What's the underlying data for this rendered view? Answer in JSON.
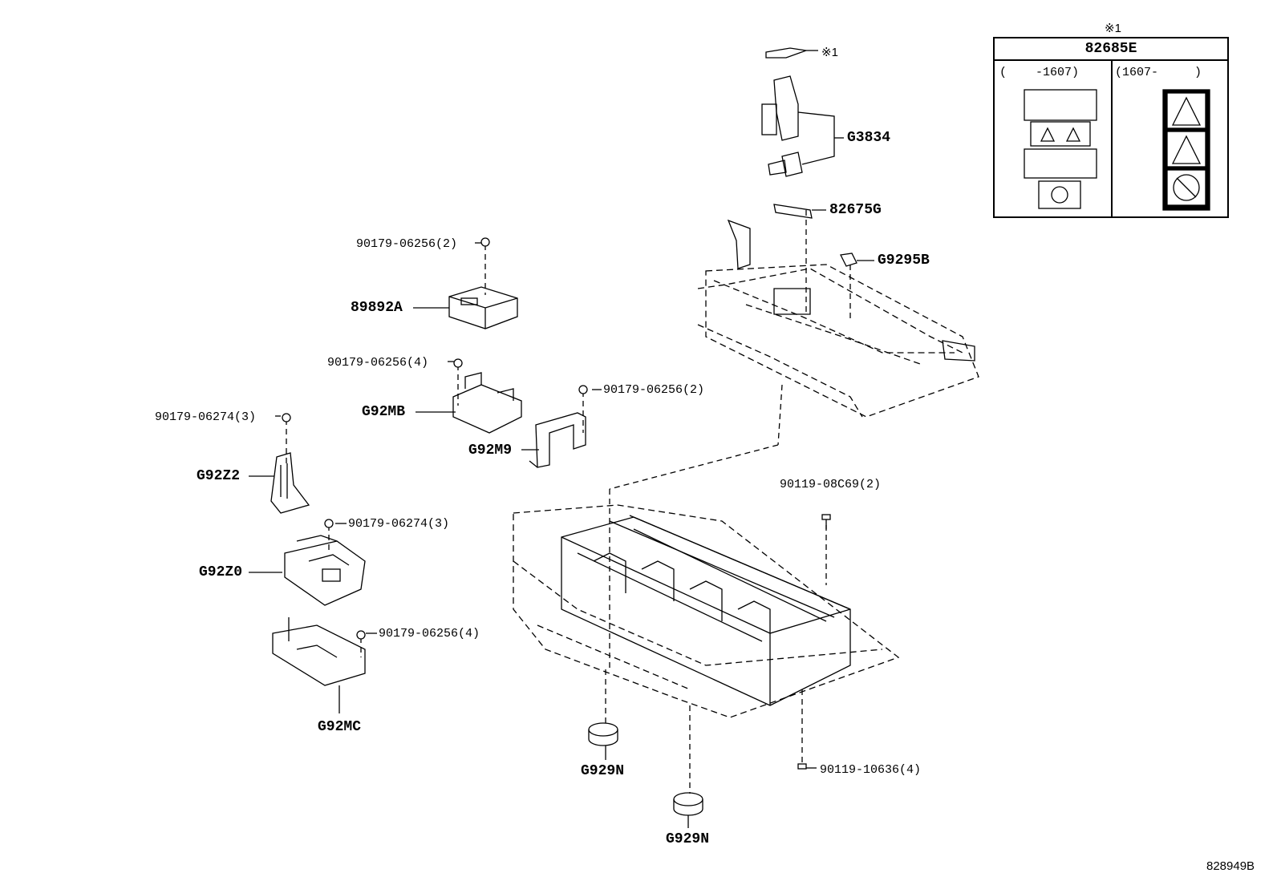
{
  "labels": {
    "nut_top": "90179-06256(2)",
    "ecu": "89892A",
    "nut_mb": "90179-06256(4)",
    "bracket_mb": "G92MB",
    "nut_m9": "90179-06256(2)",
    "bracket_m9": "G92M9",
    "nut_z2": "90179-06274(3)",
    "bracket_z2": "G92Z2",
    "nut_z0": "90179-06274(3)",
    "block_z0": "G92Z0",
    "nut_mc": "90179-06256(4)",
    "bracket_mc": "G92MC",
    "plug": "G3834",
    "label_plate": "82675G",
    "clip": "G9295B",
    "bolt_top": "90119-08C69(2)",
    "bolt_bottom": "90119-10636(4)",
    "mount_left": "G929N",
    "mount_right": "G929N",
    "label_ref": "※1"
  },
  "inset": {
    "ref_mark": "※1",
    "part_code": "82685E",
    "col_left": "(    -1607)",
    "col_right": "(1607-     )"
  },
  "figure_id": "828949B"
}
